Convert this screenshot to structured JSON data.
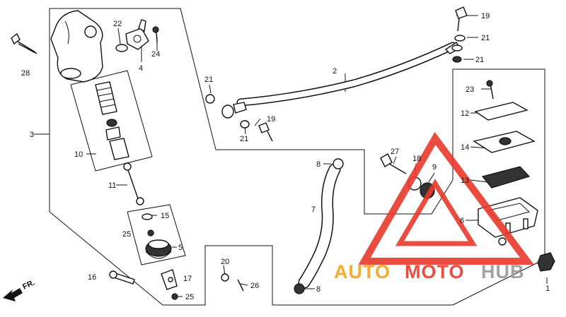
{
  "callouts": {
    "n1": "1",
    "n2": "2",
    "n3": "3",
    "n4": "4",
    "n5": "5",
    "n6": "6",
    "n7": "7",
    "n8a": "8",
    "n8b": "8",
    "n9": "9",
    "n10": "10",
    "n11": "11",
    "n12": "12",
    "n13": "13",
    "n14": "14",
    "n15": "15",
    "n16": "16",
    "n17": "17",
    "n18": "18",
    "n19a": "19",
    "n19b": "19",
    "n20": "20",
    "n21a": "21",
    "n21b": "21",
    "n21c": "21",
    "n21d": "21",
    "n22": "22",
    "n23": "23",
    "n24": "24",
    "n25a": "25",
    "n25b": "25",
    "n26": "26",
    "n27": "27",
    "n28": "28"
  },
  "direction_marker": {
    "label": "FR."
  },
  "watermark": {
    "part1": "AUTO",
    "part2": "MOTO",
    "part3": "HUB",
    "color_orange": "#f5a21b",
    "color_red": "#e8392b",
    "color_gray": "#9a9a9a"
  }
}
